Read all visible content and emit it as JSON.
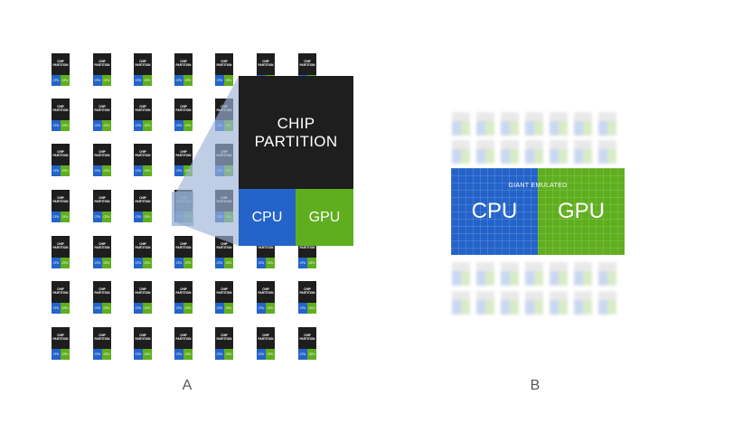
{
  "small_chip": {
    "partition_line1": "CHIP",
    "partition_line2": "PARTITION",
    "cpu": "CPU",
    "gpu": "GPU"
  },
  "big_chip": {
    "partition_line1": "CHIP",
    "partition_line2": "PARTITION",
    "cpu": "CPU",
    "gpu": "GPU"
  },
  "giant": {
    "caption": "GIANT EMULATED",
    "cpu": "CPU",
    "gpu": "GPU"
  },
  "labels": {
    "a": "A",
    "b": "B"
  },
  "colors": {
    "partition": "#1e1e1e",
    "cpu": "#2463c9",
    "gpu": "#5fae1e",
    "highlight": "#8fa8cf"
  },
  "grid_a": {
    "rows": 7,
    "cols": 7
  }
}
